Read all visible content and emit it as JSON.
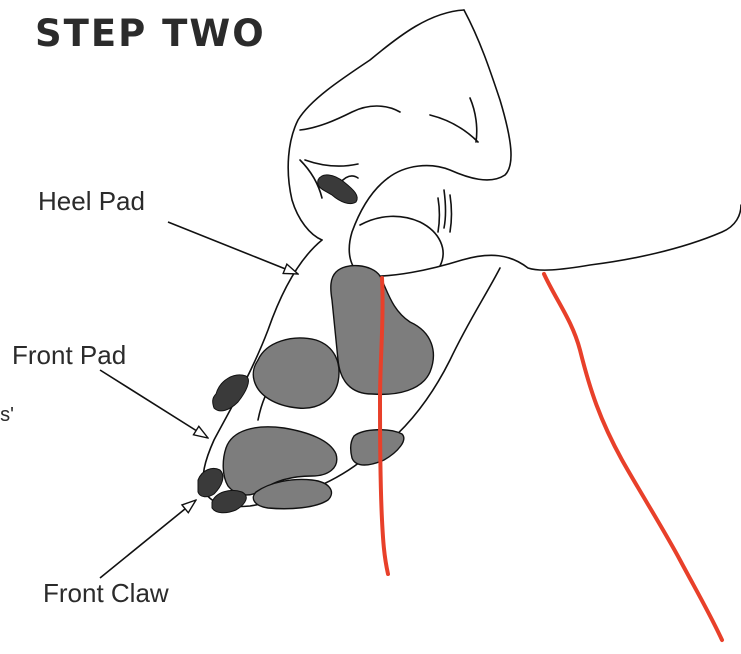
{
  "title": "STEP TWO",
  "labels": {
    "heel_pad": "Heel Pad",
    "front_pad": "Front Pad",
    "front_claw": "Front Claw"
  },
  "cut_off_text": "'s",
  "colors": {
    "outline": "#111111",
    "pad_fill": "#7d7d7d",
    "claw_fill": "#3a3a3a",
    "cut_line": "#e8402a"
  }
}
